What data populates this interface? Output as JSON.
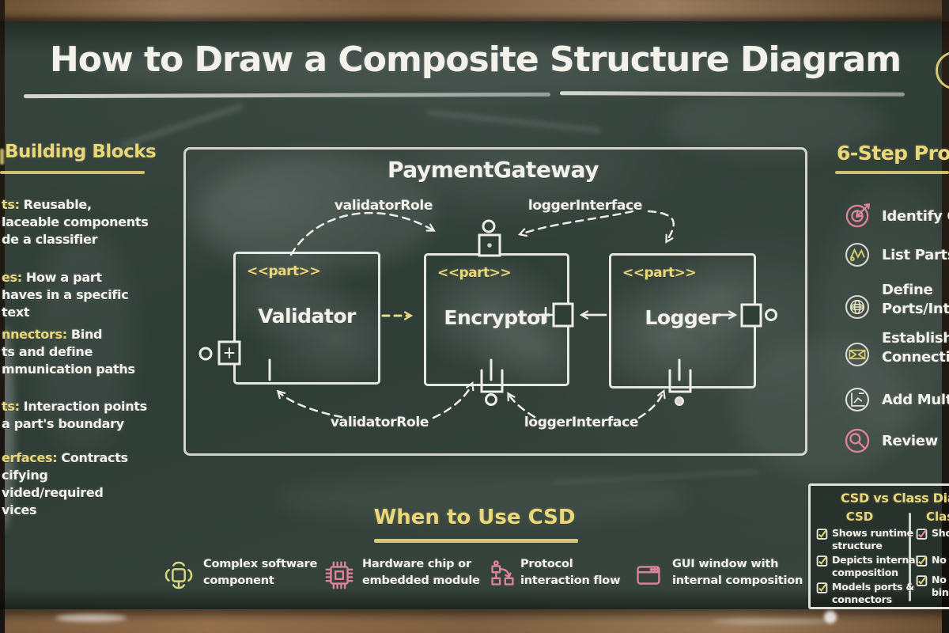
{
  "colors": {
    "board": "#33423b",
    "white_chalk": "#f2f1ea",
    "yellow_chalk": "#e9d87b",
    "pink_chalk": "#e0849c",
    "wood_frame": "#8a6a48"
  },
  "title": {
    "text": "How to Draw a Composite Structure Diagram"
  },
  "building_blocks": {
    "heading": "Building Blocks",
    "items": [
      {
        "keyword": "ts:",
        "line1": "Reusable,",
        "line2": "laceable components",
        "line3": "de a classifier"
      },
      {
        "keyword": "es:",
        "line1": "How a part",
        "line2": "haves in a specific",
        "line3": "text"
      },
      {
        "keyword": "nnectors:",
        "line1": "Bind",
        "line2": "ts and define",
        "line3": "mmunication paths"
      },
      {
        "keyword": "ts:",
        "line1": "Interaction points",
        "line2": "a part's boundary"
      },
      {
        "keyword": "erfaces:",
        "line1": "Contracts",
        "line2": "cifying",
        "line3": "vided/required",
        "line4": "vices"
      }
    ]
  },
  "diagram": {
    "container_label": "PaymentGateway",
    "parts": [
      {
        "stereotype": "<<part>>",
        "name": "Validator"
      },
      {
        "stereotype": "<<part>>",
        "name": "Encryptor"
      },
      {
        "stereotype": "<<part>>",
        "name": "Logger"
      }
    ],
    "labels": {
      "top_left": "validatorRole",
      "top_right": "loggerInterface",
      "bottom_left": "validatorRole",
      "bottom_right": "loggerInterface"
    }
  },
  "steps": {
    "heading": "6-Step Pro",
    "items": [
      {
        "icon": "target-arrow-icon",
        "line1": "Identify C"
      },
      {
        "icon": "list-parts-icon",
        "line1": "List Parts"
      },
      {
        "icon": "globe-ports-icon",
        "line1": "Define",
        "line2": "Ports/Inte"
      },
      {
        "icon": "connections-icon",
        "line1": "Establish",
        "line2": "Connectio"
      },
      {
        "icon": "multiplicity-icon",
        "line1": "Add Multi"
      },
      {
        "icon": "magnifier-icon",
        "line1": "Review"
      }
    ]
  },
  "when_to_use": {
    "heading": "When to Use CSD",
    "items": [
      {
        "icon": "software-component-icon",
        "line1": "Complex software",
        "line2": "component"
      },
      {
        "icon": "hardware-chip-icon",
        "line1": "Hardware chip or",
        "line2": "embedded module"
      },
      {
        "icon": "protocol-flow-icon",
        "line1": "Protocol",
        "line2": "interaction flow"
      },
      {
        "icon": "gui-window-icon",
        "line1": "GUI window with",
        "line2": "internal composition"
      }
    ]
  },
  "comparison": {
    "title": "CSD vs Class Diag",
    "col1": {
      "header": "CSD",
      "rows": [
        {
          "line1": "Shows runtime",
          "line2": "structure"
        },
        {
          "line1": "Depicts internal",
          "line2": "composition"
        },
        {
          "line1": "Models ports &",
          "line2": "connectors"
        }
      ]
    },
    "col2": {
      "header": "Class",
      "rows": [
        {
          "line1": "Shows"
        },
        {
          "line1": "No ru"
        },
        {
          "line1": "No po",
          "line2": "bindin"
        }
      ]
    }
  }
}
